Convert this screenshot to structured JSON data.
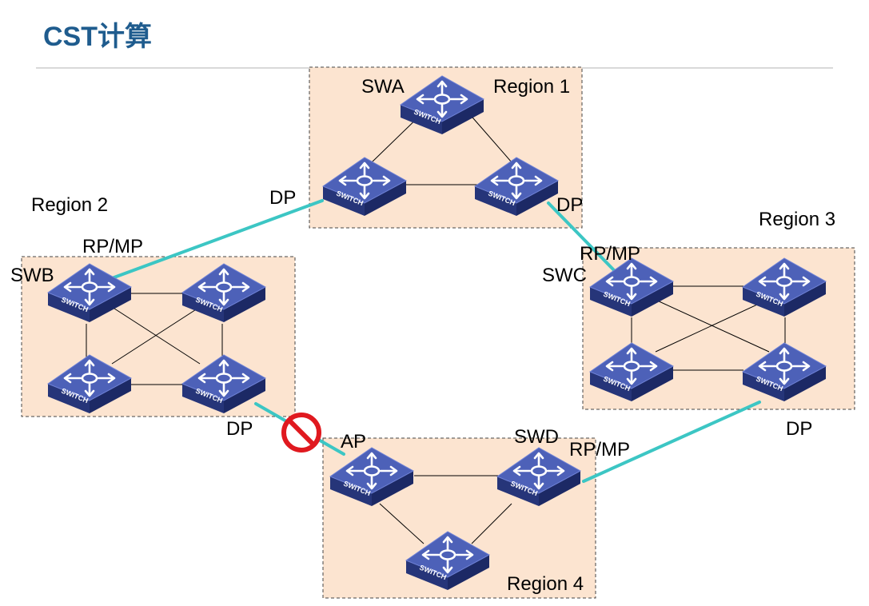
{
  "title": "CST计算",
  "switch_text": "SWITCH",
  "regions": {
    "r1": "Region 1",
    "r2": "Region 2",
    "r3": "Region 3",
    "r4": "Region 4"
  },
  "switch_names": {
    "swa": "SWA",
    "swb": "SWB",
    "swc": "SWC",
    "swd": "SWD"
  },
  "port_labels": {
    "r1_left_dp": "DP",
    "r1_right_dp": "DP",
    "r2_rpmp": "RP/MP",
    "r2_dp": "DP",
    "r3_rpmp": "RP/MP",
    "r3_dp": "DP",
    "r4_ap": "AP",
    "r4_rpmp": "RP/MP"
  },
  "colors": {
    "region_fill": "#fce4d0",
    "inter_region_link": "#3cc6c4",
    "switch_top": "#4d61b8",
    "switch_side": "#2b3a86",
    "block_sign": "#e0191f",
    "title": "#1f5c8e"
  }
}
